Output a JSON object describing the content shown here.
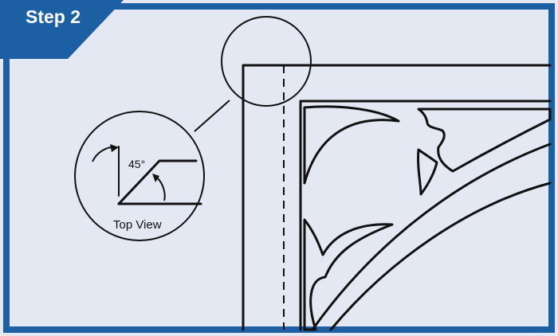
{
  "step": {
    "label": "Step 2"
  },
  "callout": {
    "angle_label": "45°",
    "view_label": "Top View"
  },
  "colors": {
    "background": "#e3e8f3",
    "frame": "#1c5fa3",
    "step_badge": "#1c5fa3",
    "line": "#111111"
  },
  "icons": {
    "step_badge": "triangle-banner",
    "angle_arrow": "curved-arrow-icon"
  }
}
